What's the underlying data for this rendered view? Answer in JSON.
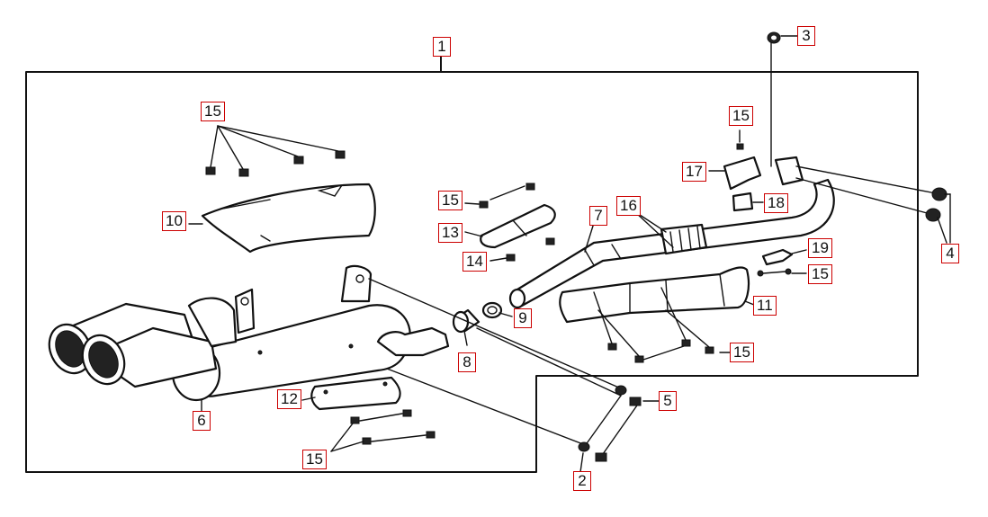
{
  "callouts": [
    {
      "id": "c1",
      "label": "1"
    },
    {
      "id": "c2",
      "label": "2"
    },
    {
      "id": "c3",
      "label": "3"
    },
    {
      "id": "c4",
      "label": "4"
    },
    {
      "id": "c5",
      "label": "5"
    },
    {
      "id": "c6",
      "label": "6"
    },
    {
      "id": "c7",
      "label": "7"
    },
    {
      "id": "c8",
      "label": "8"
    },
    {
      "id": "c9",
      "label": "9"
    },
    {
      "id": "c10",
      "label": "10"
    },
    {
      "id": "c11",
      "label": "11"
    },
    {
      "id": "c12",
      "label": "12"
    },
    {
      "id": "c13",
      "label": "13"
    },
    {
      "id": "c14",
      "label": "14"
    },
    {
      "id": "c15a",
      "label": "15"
    },
    {
      "id": "c15b",
      "label": "15"
    },
    {
      "id": "c15c",
      "label": "15"
    },
    {
      "id": "c15d",
      "label": "15"
    },
    {
      "id": "c15e",
      "label": "15"
    },
    {
      "id": "c15f",
      "label": "15"
    },
    {
      "id": "c16",
      "label": "16"
    },
    {
      "id": "c17",
      "label": "17"
    },
    {
      "id": "c18",
      "label": "18"
    },
    {
      "id": "c19",
      "label": "19"
    }
  ]
}
